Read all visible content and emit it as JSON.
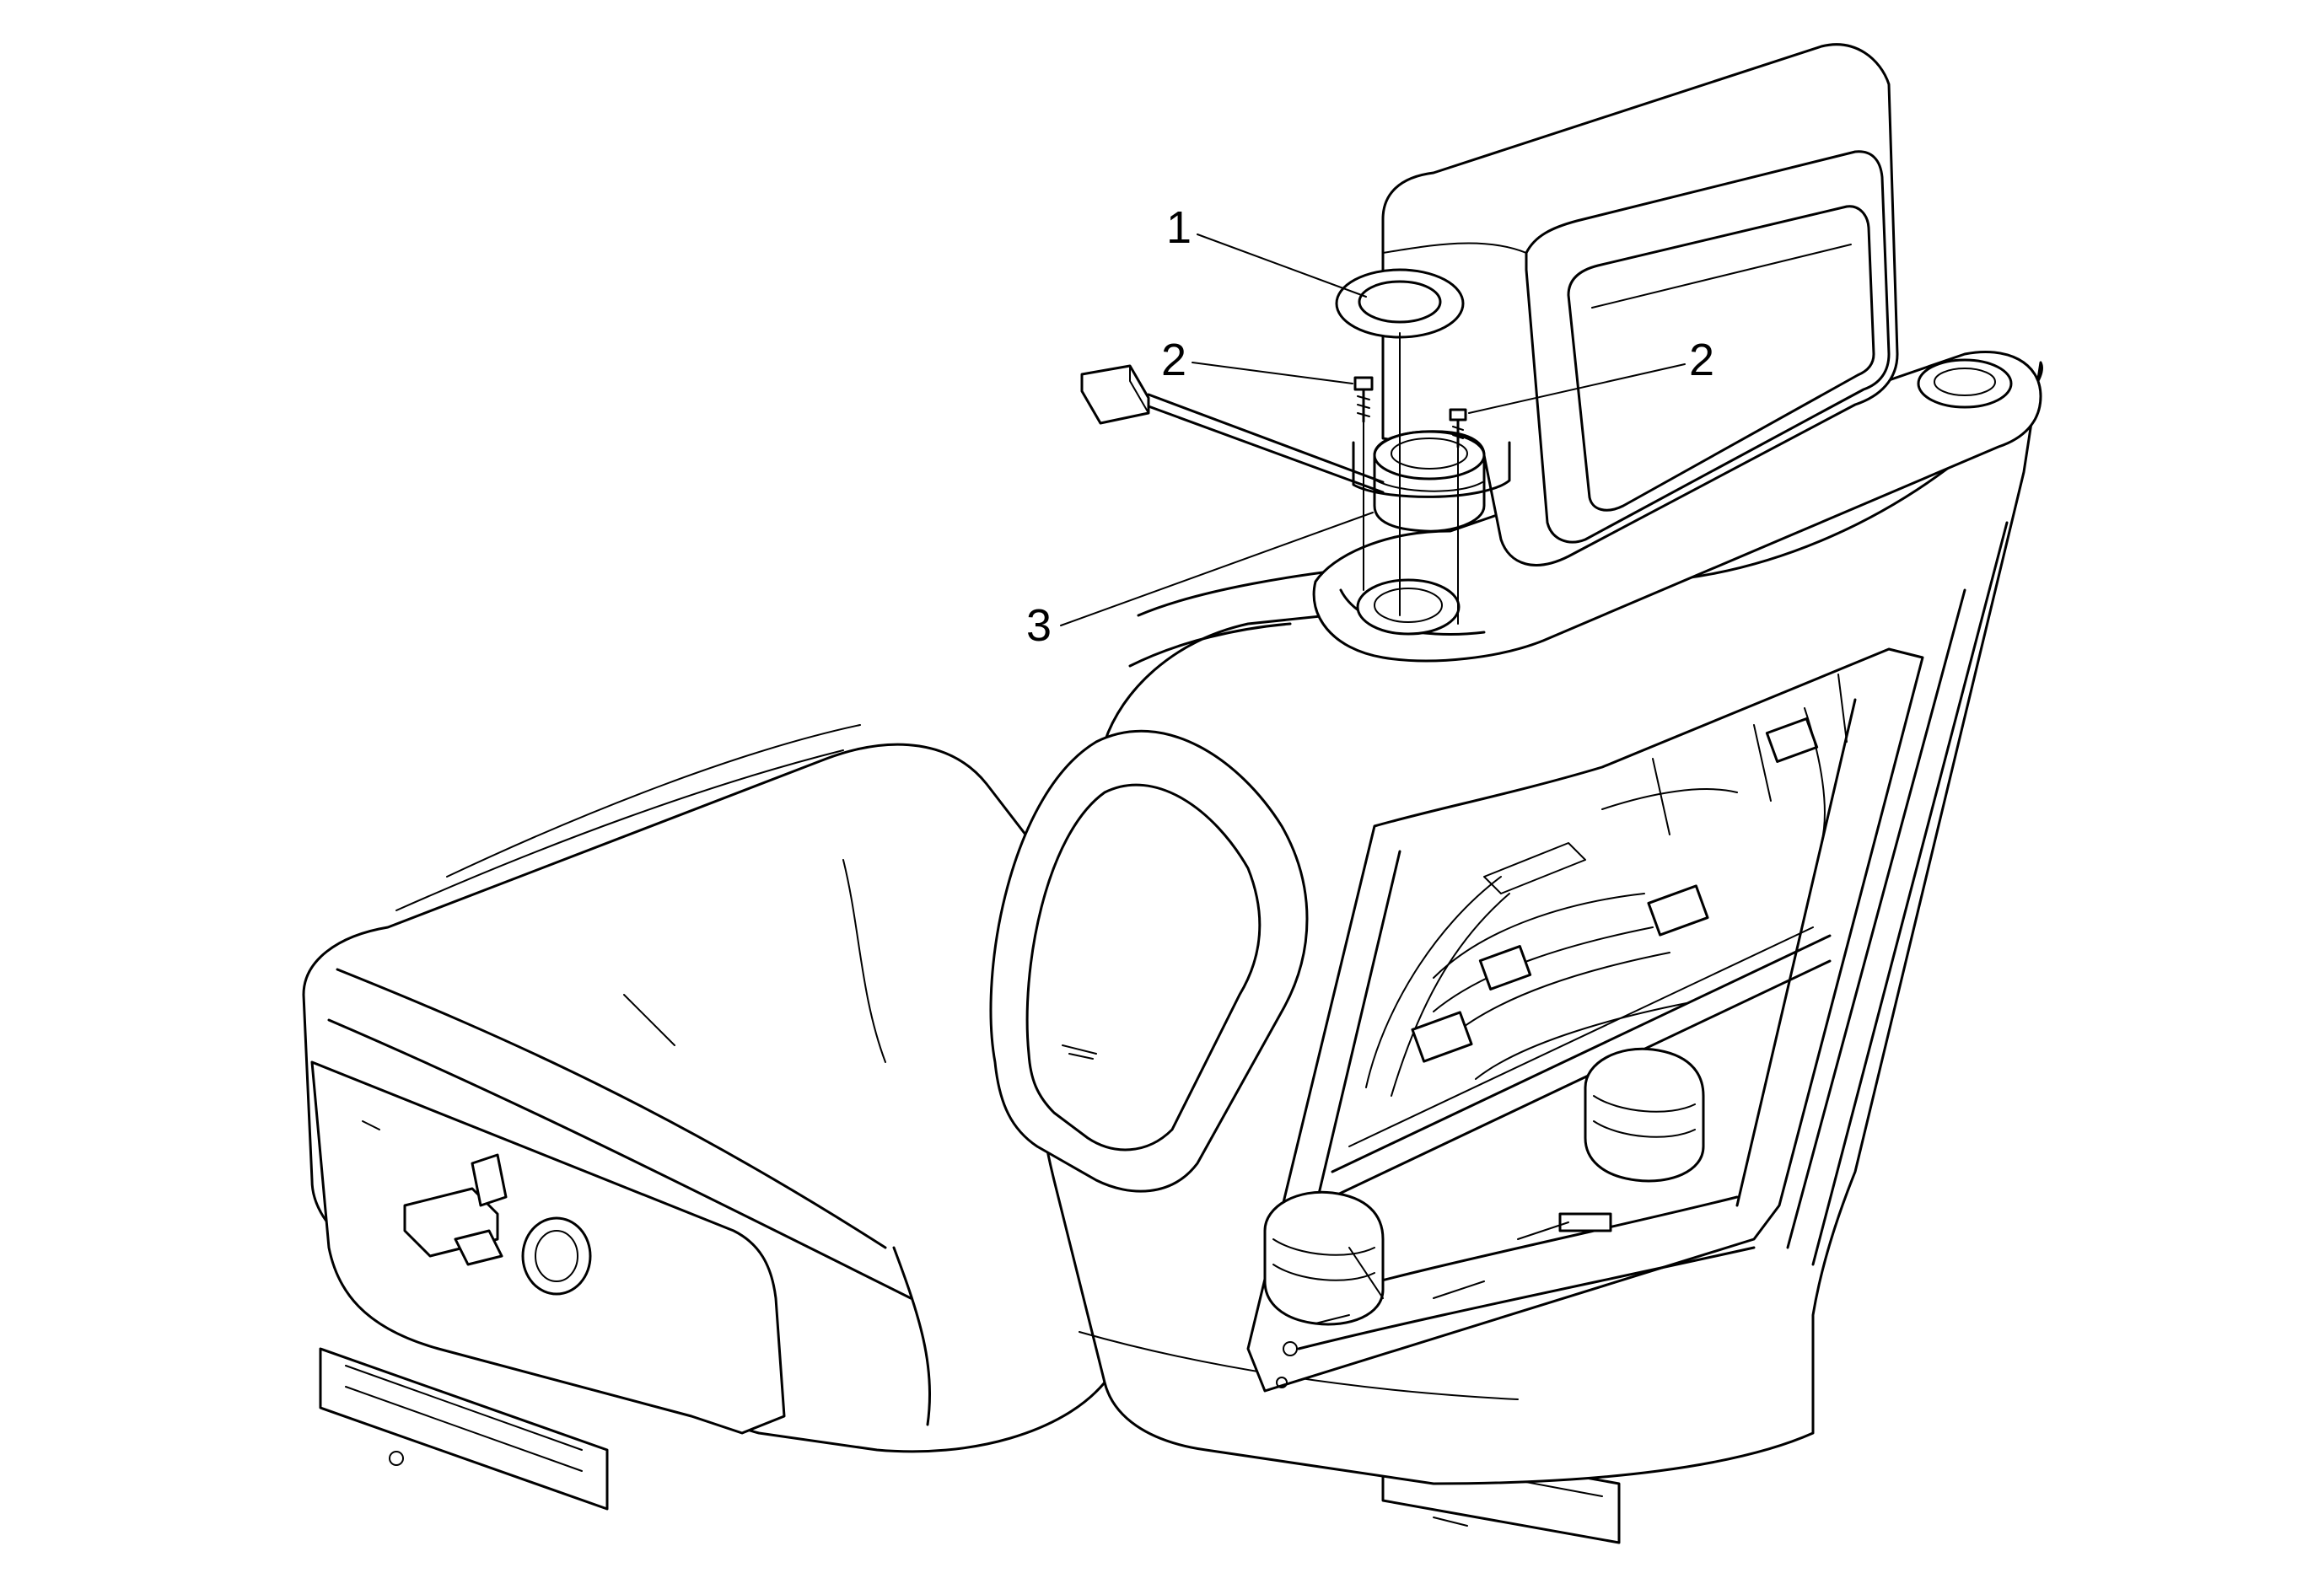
{
  "figure": {
    "callouts": [
      {
        "id": "c1",
        "label": "1"
      },
      {
        "id": "c2a",
        "label": "2"
      },
      {
        "id": "c2b",
        "label": "2"
      },
      {
        "id": "c3",
        "label": "3"
      }
    ]
  }
}
